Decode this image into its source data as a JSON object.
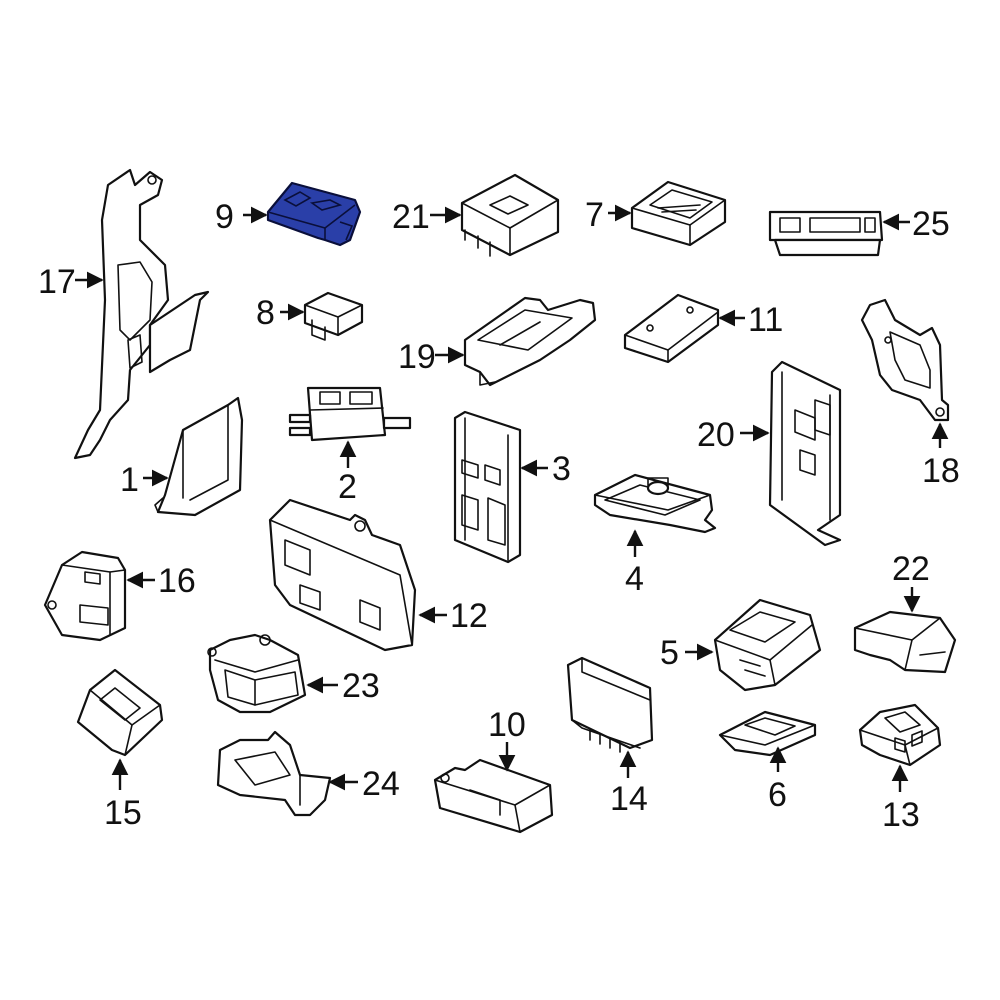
{
  "highlight_color": "#2a3fa8",
  "callouts": [
    {
      "id": "c1",
      "label": "1"
    },
    {
      "id": "c2",
      "label": "2"
    },
    {
      "id": "c3",
      "label": "3"
    },
    {
      "id": "c4",
      "label": "4"
    },
    {
      "id": "c5",
      "label": "5"
    },
    {
      "id": "c6",
      "label": "6"
    },
    {
      "id": "c7",
      "label": "7"
    },
    {
      "id": "c8",
      "label": "8"
    },
    {
      "id": "c9",
      "label": "9"
    },
    {
      "id": "c10",
      "label": "10"
    },
    {
      "id": "c11",
      "label": "11"
    },
    {
      "id": "c12",
      "label": "12"
    },
    {
      "id": "c13",
      "label": "13"
    },
    {
      "id": "c14",
      "label": "14"
    },
    {
      "id": "c15",
      "label": "15"
    },
    {
      "id": "c16",
      "label": "16"
    },
    {
      "id": "c17",
      "label": "17"
    },
    {
      "id": "c18",
      "label": "18"
    },
    {
      "id": "c19",
      "label": "19"
    },
    {
      "id": "c20",
      "label": "20"
    },
    {
      "id": "c21",
      "label": "21"
    },
    {
      "id": "c22",
      "label": "22"
    },
    {
      "id": "c23",
      "label": "23"
    },
    {
      "id": "c24",
      "label": "24"
    },
    {
      "id": "c25",
      "label": "25"
    }
  ],
  "highlighted_part": "9"
}
